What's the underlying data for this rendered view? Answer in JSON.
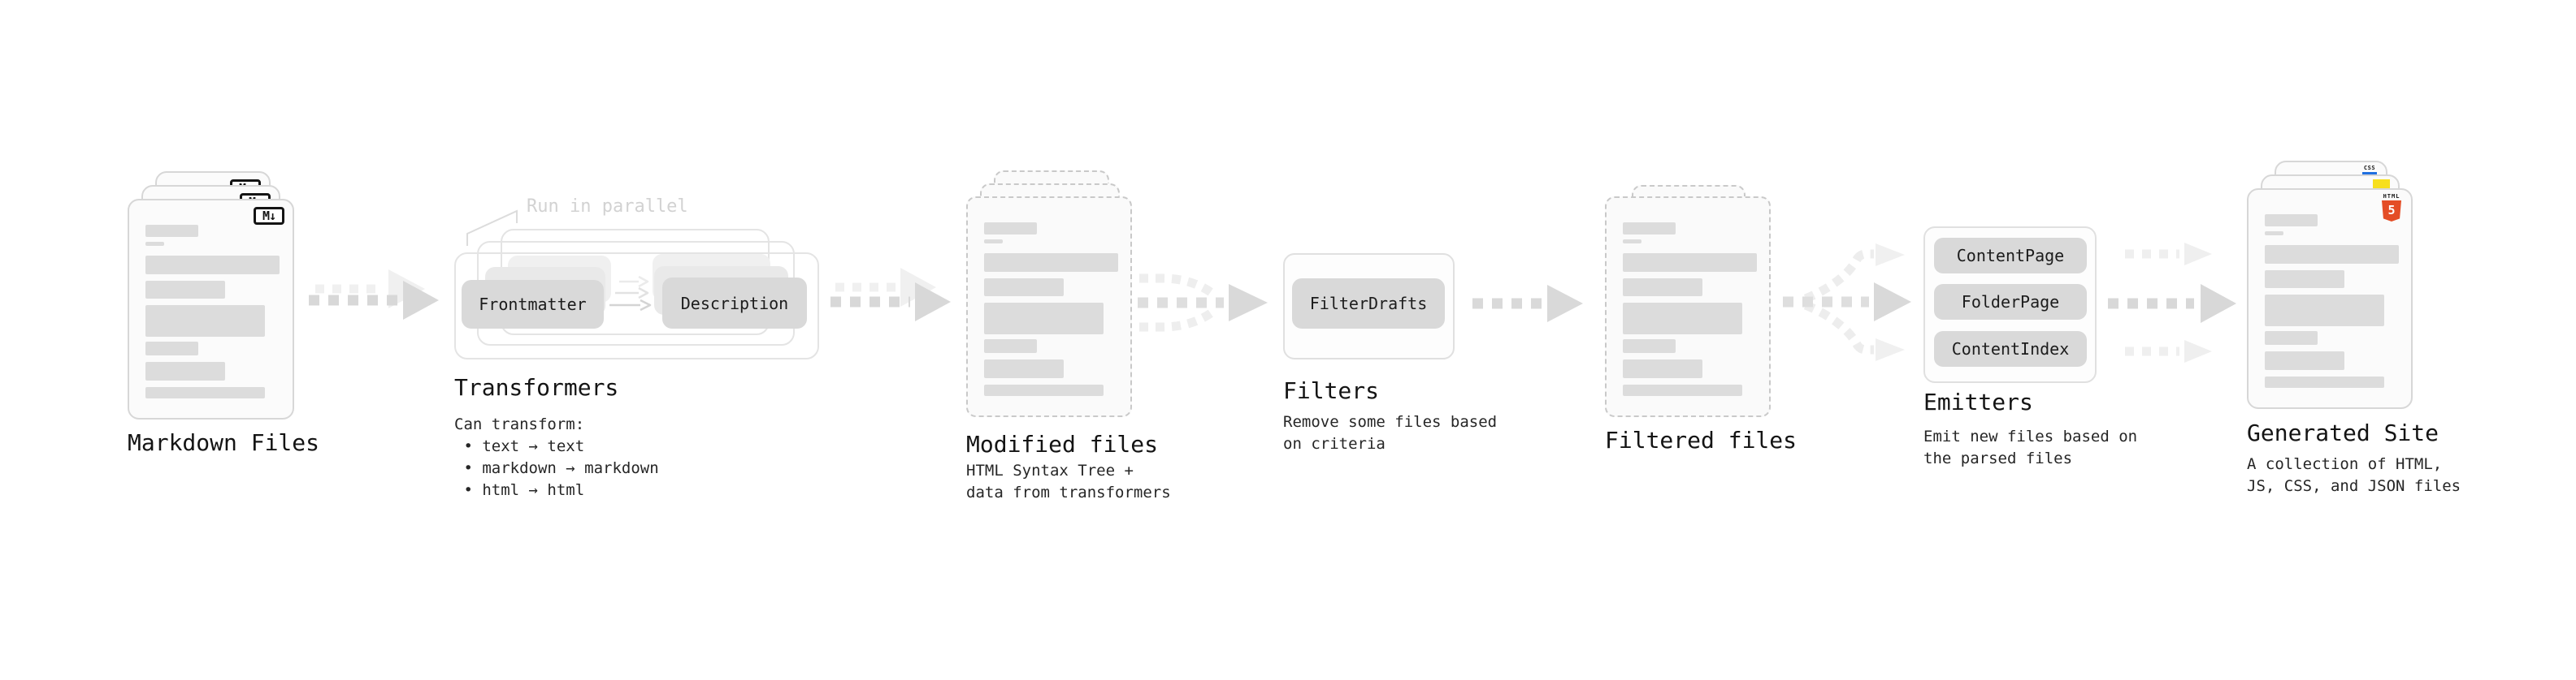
{
  "markdown_files": {
    "label": "Markdown Files",
    "badge": "M↓"
  },
  "transformers": {
    "label": "Transformers",
    "note": "Run in parallel",
    "pill_left": "Frontmatter",
    "pill_right": "Description",
    "description": "Can transform:\n • text → text\n • markdown → markdown\n • html → html"
  },
  "modified_files": {
    "label": "Modified files",
    "description": "HTML Syntax Tree +\ndata from transformers"
  },
  "filters": {
    "label": "Filters",
    "pill": "FilterDrafts",
    "description": "Remove some files based\non criteria"
  },
  "filtered_files": {
    "label": "Filtered files"
  },
  "emitters": {
    "label": "Emitters",
    "pills": [
      "ContentPage",
      "FolderPage",
      "ContentIndex"
    ],
    "description": "Emit new files based on\nthe parsed files"
  },
  "generated_site": {
    "label": "Generated Site",
    "description": "A collection of HTML,\nJS, CSS, and JSON files",
    "badge_css": "CSS",
    "badge_html_text": "HTML",
    "badge_html_number": "5"
  },
  "colors": {
    "arrow_dark": "#d8d8d8",
    "arrow_light": "#f0f0f0",
    "pill_bg": "#d9d9d9",
    "skeleton": "#dcdcdc",
    "html5_orange": "#e44d26",
    "js_yellow": "#f7df1e",
    "css_blue": "#1f6fe0",
    "note_gray": "#d2d2d2"
  }
}
